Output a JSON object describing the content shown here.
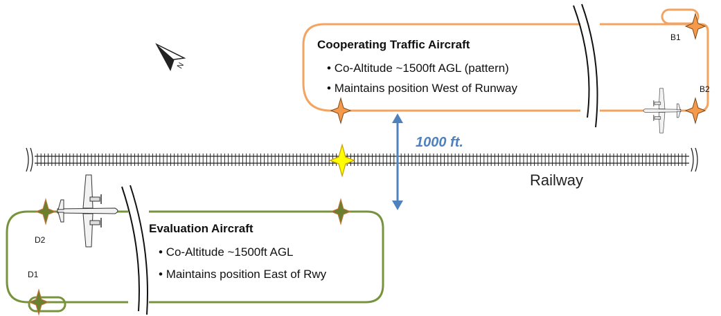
{
  "cooperating": {
    "title": "Cooperating Traffic Aircraft",
    "bullets": [
      "Co-Altitude ~1500ft AGL (pattern)",
      "Maintains position West of Runway"
    ]
  },
  "evaluation": {
    "title": "Evaluation Aircraft",
    "bullets": [
      "Co-Altitude ~1500ft AGL",
      "Maintains position East of Rwy"
    ]
  },
  "separation_label": "1000 ft.",
  "railway_label": "Railway",
  "north_label": "N",
  "waypoints": {
    "b1": "B1",
    "b2": "B2",
    "d1": "D1",
    "d2": "D2"
  },
  "colors": {
    "orange_track": "#F4A460",
    "orange_star": "#F59A4A",
    "green_track": "#77933C",
    "green_star": "#6B7F2E",
    "arrow_blue": "#4F81BD",
    "label_blue": "#4F81BD",
    "center_star": "#FFFF00"
  },
  "icons": {
    "north_arrow": "north-arrow-icon",
    "aircraft": "aircraft-icon",
    "waypoint": "four-point-star-icon"
  }
}
